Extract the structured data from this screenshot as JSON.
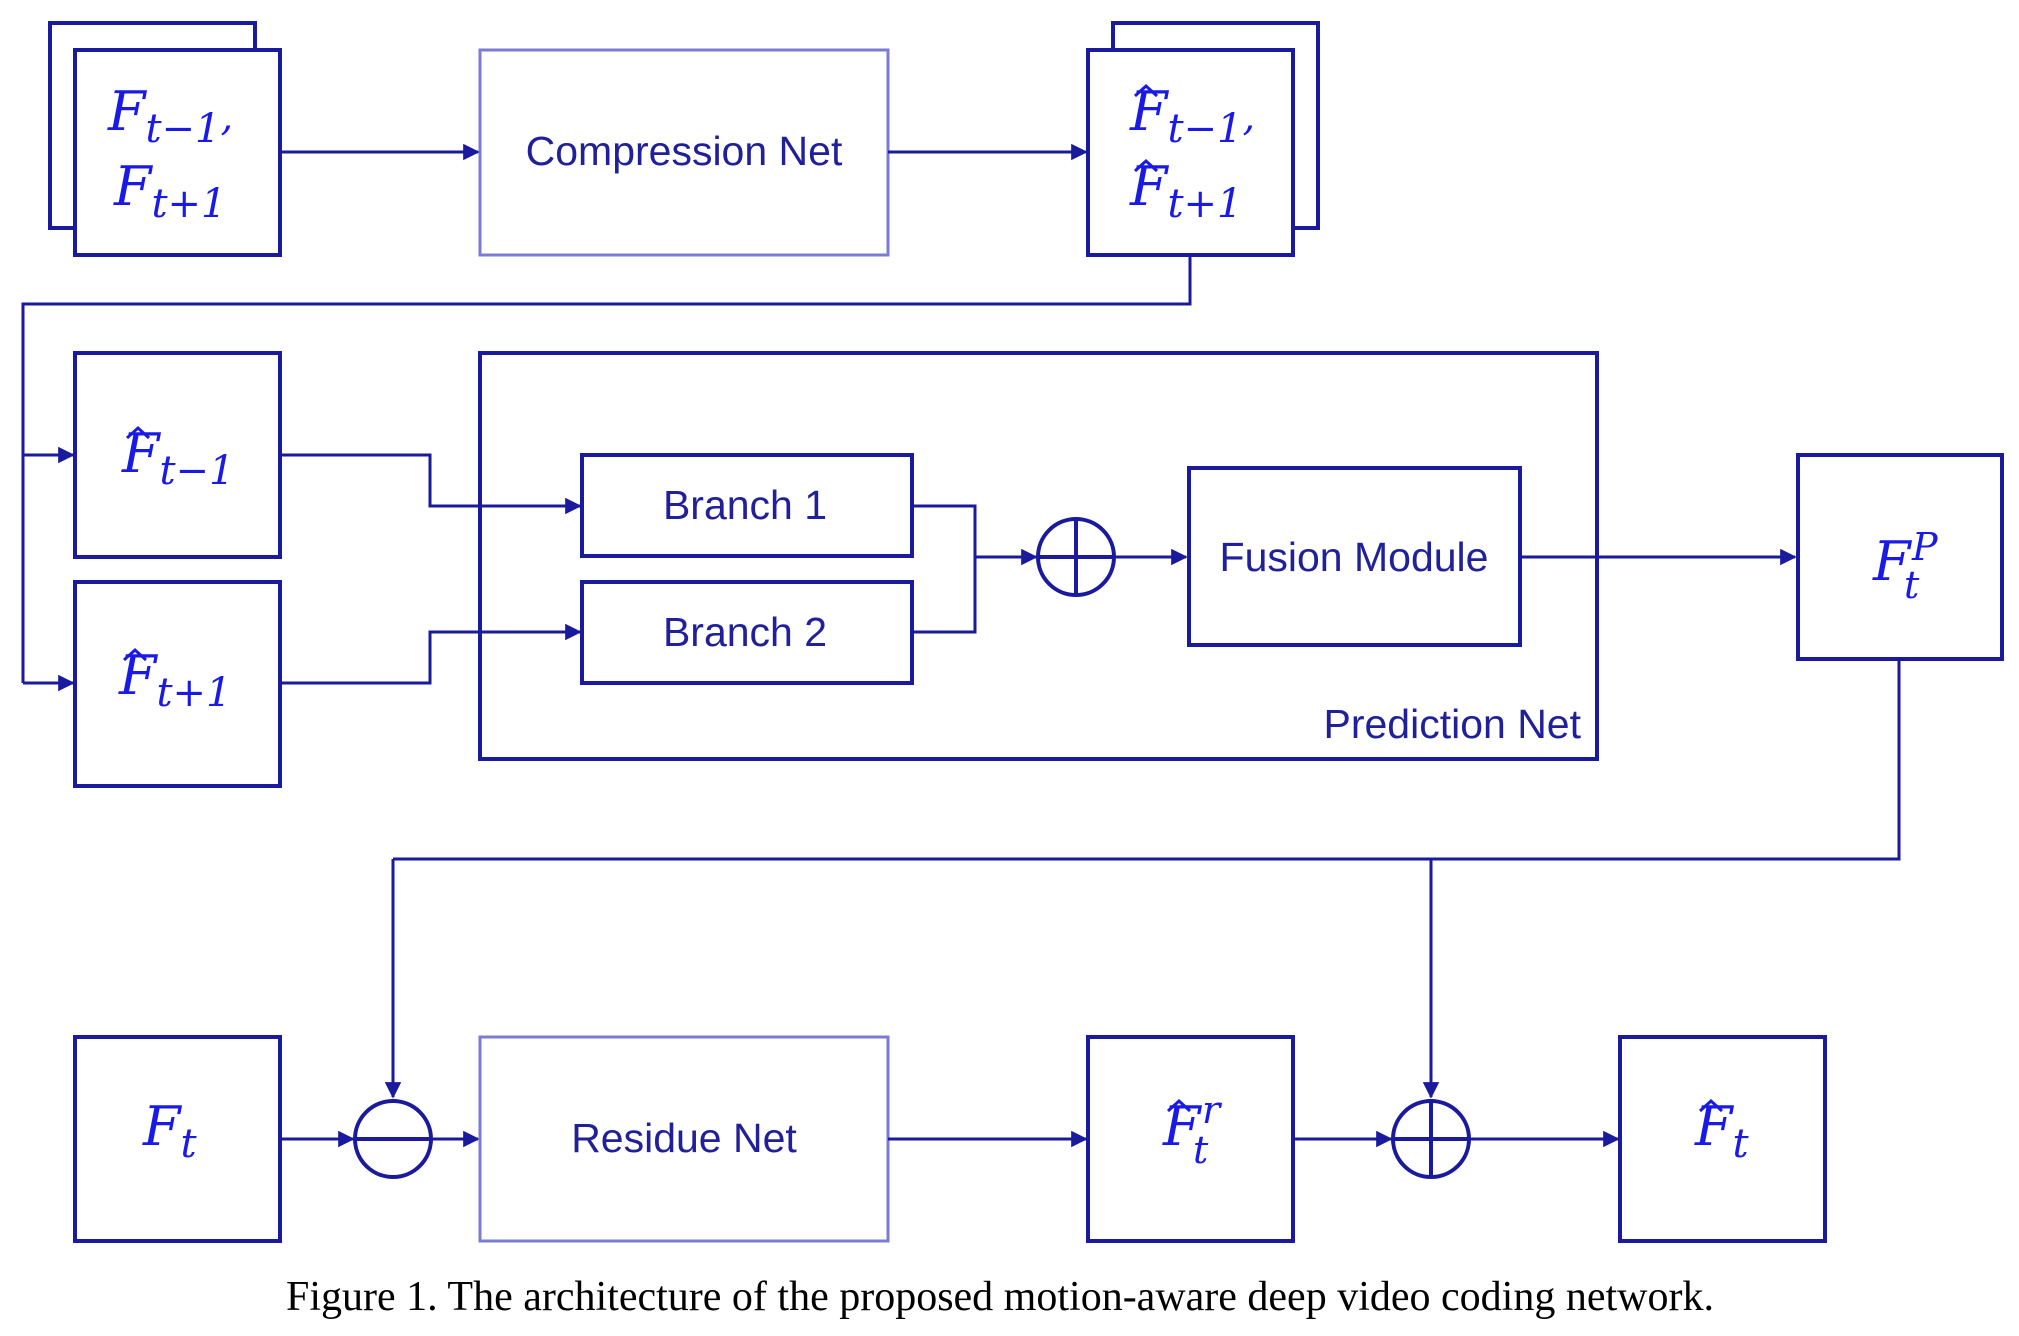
{
  "labels": {
    "compression_net": "Compression Net",
    "prediction_net": "Prediction Net",
    "branch_1": "Branch 1",
    "branch_2": "Branch 2",
    "fusion_module": "Fusion Module",
    "residue_net": "Residue Net"
  },
  "math": {
    "F": "F",
    "t": "t",
    "t_minus_1": "t−1",
    "t_plus_1": "t+1",
    "comma": ",",
    "hat": "^",
    "sup_p": "P",
    "sup_r": "r"
  },
  "caption": "Figure 1. The architecture of the proposed motion-aware deep video coding network.",
  "colors": {
    "box_stroke": "#1a1a9e",
    "net_box_stroke": "#7b7bd6",
    "text_math": "#1a1ae6",
    "text_label": "#20209a"
  }
}
